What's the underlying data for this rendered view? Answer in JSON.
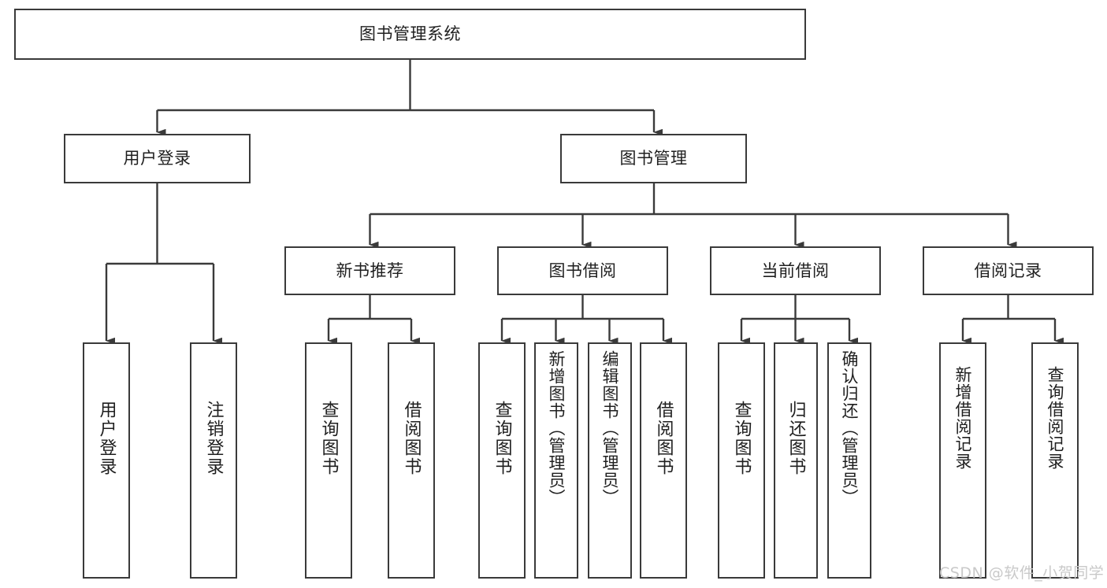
{
  "diagram": {
    "title": "图书管理系统",
    "type": "tree-hierarchy",
    "orientation": "top-down",
    "watermark": "CSDN @软件_小贺同学",
    "colors": {
      "box_border": "#3a3a3a",
      "box_fill": "#ffffff",
      "connector": "#3a3a3a",
      "text": "#1f1f1f",
      "watermark": "#c9c9c9",
      "background": "#ffffff"
    },
    "levels": [
      {
        "level": 1,
        "nodes": [
          {
            "id": "root",
            "label": "图书管理系统"
          }
        ]
      },
      {
        "level": 2,
        "nodes": [
          {
            "id": "user-login",
            "label": "用户登录",
            "parent": "root"
          },
          {
            "id": "book-manage",
            "label": "图书管理",
            "parent": "root"
          }
        ]
      },
      {
        "level": 3,
        "nodes": [
          {
            "id": "new-book-rec",
            "label": "新书推荐",
            "parent": "book-manage"
          },
          {
            "id": "book-borrow",
            "label": "图书借阅",
            "parent": "book-manage"
          },
          {
            "id": "current-borrow",
            "label": "当前借阅",
            "parent": "book-manage"
          },
          {
            "id": "borrow-record",
            "label": "借阅记录",
            "parent": "book-manage"
          }
        ]
      },
      {
        "level": 4,
        "nodes": [
          {
            "id": "leaf-1",
            "label": "用户登录",
            "parent": "user-login"
          },
          {
            "id": "leaf-2",
            "label": "注销登录",
            "parent": "user-login"
          },
          {
            "id": "leaf-3",
            "label": "查询图书",
            "parent": "new-book-rec"
          },
          {
            "id": "leaf-4",
            "label": "借阅图书",
            "parent": "new-book-rec"
          },
          {
            "id": "leaf-5",
            "label": "查询图书",
            "parent": "book-borrow"
          },
          {
            "id": "leaf-6",
            "label": "新增图书（管理员）",
            "parent": "book-borrow"
          },
          {
            "id": "leaf-7",
            "label": "编辑图书（管理员）",
            "parent": "book-borrow"
          },
          {
            "id": "leaf-8",
            "label": "借阅图书",
            "parent": "book-borrow"
          },
          {
            "id": "leaf-9",
            "label": "查询图书",
            "parent": "current-borrow"
          },
          {
            "id": "leaf-10",
            "label": "归还图书",
            "parent": "current-borrow"
          },
          {
            "id": "leaf-11",
            "label": "确认归还（管理员）",
            "parent": "current-borrow"
          },
          {
            "id": "leaf-12",
            "label": "新增借阅记录",
            "parent": "borrow-record"
          },
          {
            "id": "leaf-13",
            "label": "查询借阅记录",
            "parent": "borrow-record"
          }
        ]
      }
    ]
  }
}
